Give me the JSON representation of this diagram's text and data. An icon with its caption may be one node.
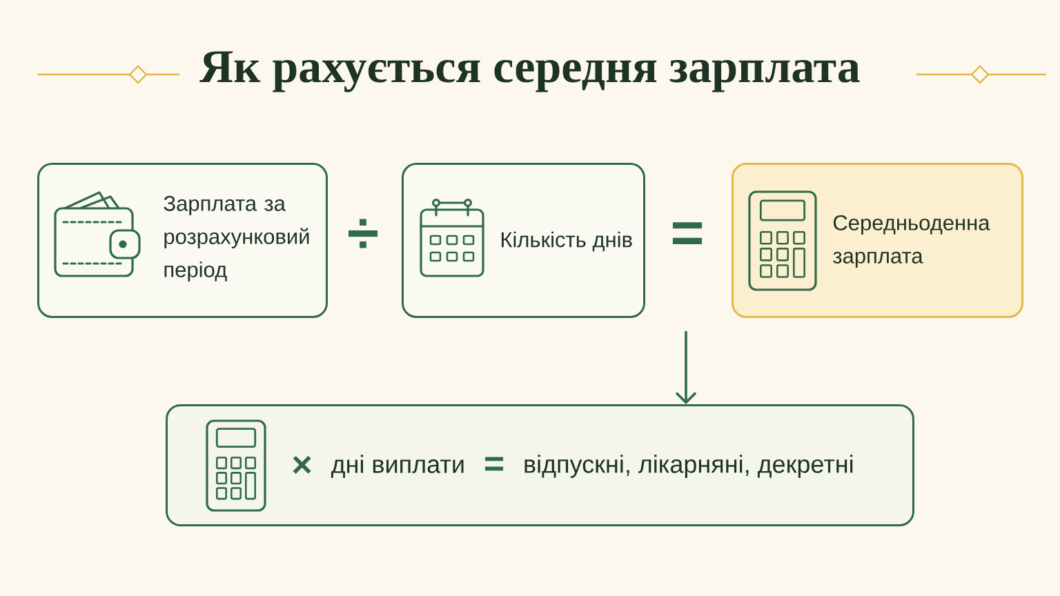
{
  "diagram": {
    "title": "Як рахується середня зарплата",
    "nodes": [
      {
        "text": [
          "Зарплата за розрахунковий період"
        ]
      },
      {
        "text": [
          "Кількість днів"
        ]
      },
      {
        "text": [
          "Середньоденна зарплата"
        ]
      },
      {
        "text": [
          "×",
          "дні виплати",
          "=",
          "відпускні, лікарняні, декретні"
        ]
      }
    ],
    "edges": [
      {
        "from": null,
        "to": 3,
        "arrow": "to"
      }
    ],
    "labels": [
      "÷",
      "="
    ]
  }
}
